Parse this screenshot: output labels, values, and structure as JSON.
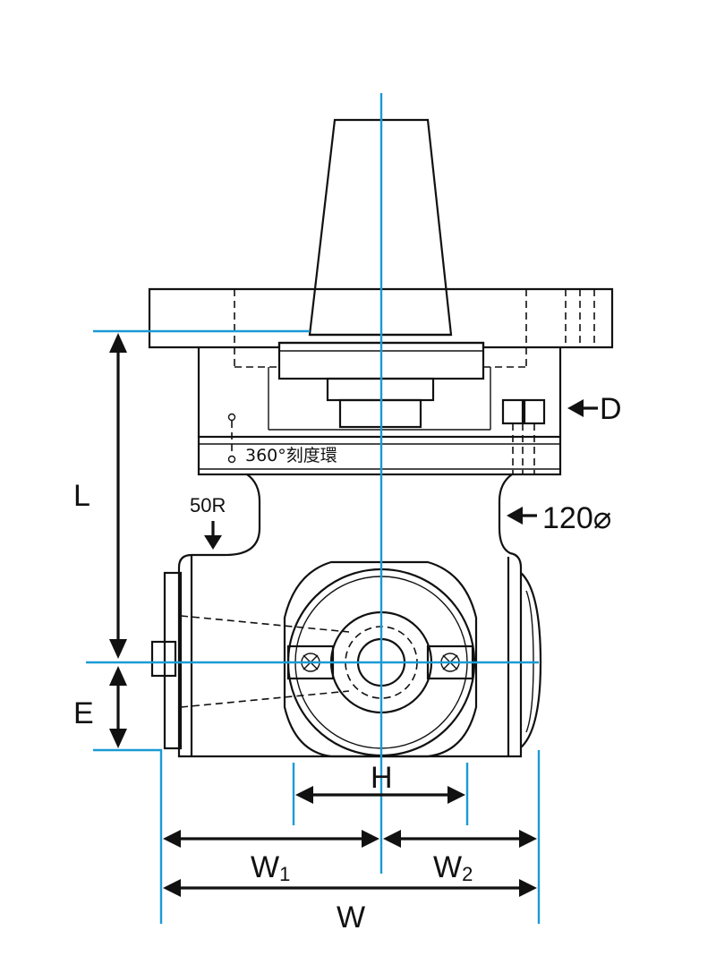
{
  "labels": {
    "L": "L",
    "E": "E",
    "D": "D",
    "H": "H",
    "W": "W",
    "W1_main": "W",
    "W1_sub": "1",
    "W2_main": "W",
    "W2_sub": "2",
    "radius": "50R",
    "diameter": "120⌀",
    "ring": "360°刻度環"
  },
  "colors": {
    "centerline": "#1a9ad6",
    "outline": "#111111"
  }
}
